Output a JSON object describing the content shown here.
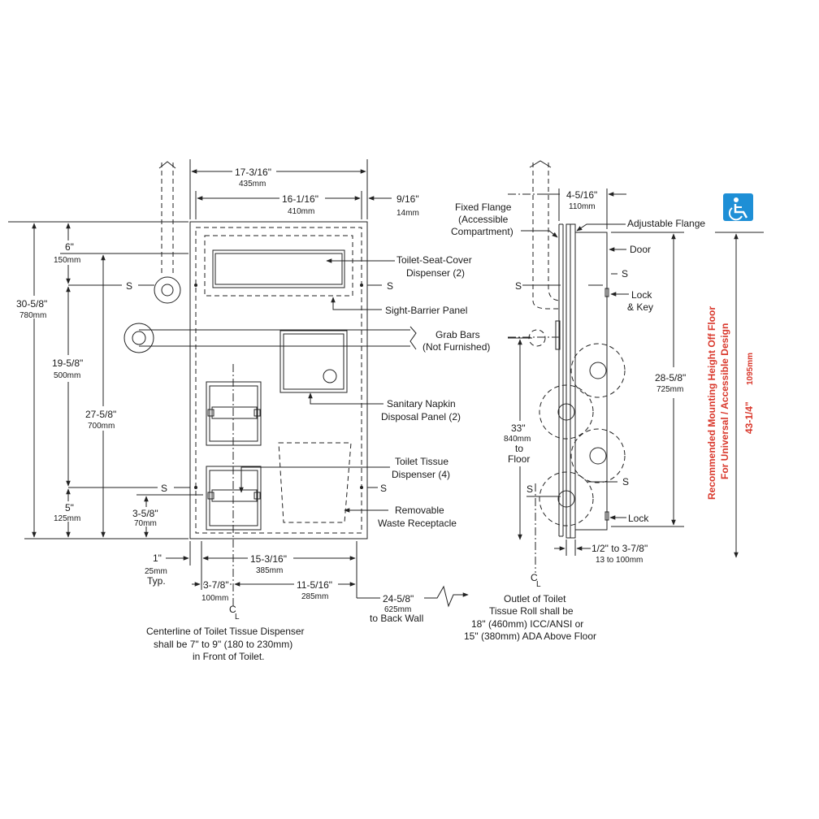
{
  "front": {
    "dim_overall_width": "17-3/16\"",
    "dim_overall_width_mm": "435mm",
    "dim_inner_width": "16-1/16\"",
    "dim_inner_width_mm": "410mm",
    "dim_flange": "9/16\"",
    "dim_flange_mm": "14mm",
    "dim_height": "30-5/8\"",
    "dim_height_mm": "780mm",
    "dim_top": "6\"",
    "dim_top_mm": "150mm",
    "dim_mid": "19-5/8\"",
    "dim_mid_mm": "500mm",
    "dim_center": "27-5/8\"",
    "dim_center_mm": "700mm",
    "dim_bottom": "5\"",
    "dim_bottom_mm": "125mm",
    "dim_roll": "3-5/8\"",
    "dim_roll_mm": "70mm",
    "dim_side": "1\"",
    "dim_side_mm": "25mm",
    "dim_side_typ": "Typ.",
    "dim_opening": "15-3/16\"",
    "dim_opening_mm": "385mm",
    "dim_left": "3-7/8\"",
    "dim_left_mm": "100mm",
    "dim_right": "11-5/16\"",
    "dim_right_mm": "285mm",
    "dim_backwall": "24-5/8\"",
    "dim_backwall_mm": "625mm",
    "dim_backwall_label": "to Back Wall",
    "s_mark": "S",
    "cl_mark": "C",
    "cl_sub": "L",
    "label_seat_cover_1": "Toilet-Seat-Cover",
    "label_seat_cover_2": "Dispenser (2)",
    "label_sight_barrier": "Sight-Barrier Panel",
    "label_grab_bars_1": "Grab Bars",
    "label_grab_bars_2": "(Not Furnished)",
    "label_napkin_1": "Sanitary Napkin",
    "label_napkin_2": "Disposal Panel (2)",
    "label_tissue_1": "Toilet Tissue",
    "label_tissue_2": "Dispenser (4)",
    "label_waste_1": "Removable",
    "label_waste_2": "Waste Receptacle",
    "note_1": "Centerline of Toilet Tissue Dispenser",
    "note_2": "shall be 7\" to 9\" (180 to 230mm)",
    "note_3": "in Front of Toilet."
  },
  "side": {
    "label_fixed_1": "Fixed Flange",
    "label_fixed_2": "(Accessible",
    "label_fixed_3": "Compartment)",
    "dim_depth": "4-5/16\"",
    "dim_depth_mm": "110mm",
    "label_adjustable": "Adjustable Flange",
    "label_door": "Door",
    "label_lock_1": "Lock",
    "label_lock_2": "& Key",
    "label_lock": "Lock",
    "dim_mount": "28-5/8\"",
    "dim_mount_mm": "725mm",
    "dim_floor": "33\"",
    "dim_floor_mm": "840mm",
    "dim_floor_to": "to",
    "dim_floor_label": "Floor",
    "dim_flange_range": "1/2\" to 3-7/8\"",
    "dim_flange_range_mm": "13 to 100mm",
    "note_1": "Outlet of Toilet",
    "note_2": "Tissue Roll shall be",
    "note_3": "18\" (460mm) ICC/ANSI  or",
    "note_4": "15\" (380mm) ADA Above Floor"
  },
  "side_rec": {
    "line_1": "Recommended Mounting Height Off Floor",
    "line_2": "For Universal / Accessible Design",
    "dim": "43-1/4\"",
    "dim_mm": "1095mm"
  },
  "colors": {
    "accent_red": "#d9382c",
    "ada_blue": "#1e8fd6",
    "line": "#222222"
  },
  "icons": {
    "accessibility": "wheelchair-icon"
  }
}
